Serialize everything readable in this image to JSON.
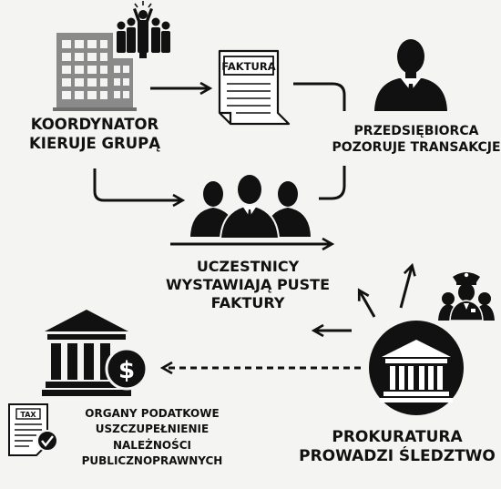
{
  "invoice_doc": {
    "title": "FAKTURA"
  },
  "tax_form": {
    "title": "TAX"
  },
  "labels": {
    "koordynator": [
      "KOORDYNATOR",
      "KIERUJE GRUPĄ"
    ],
    "przedsiebiorca": [
      "PRZEDSIĘBIORCA",
      "POZORUJE TRANSAKCJE"
    ],
    "uczestnicy": [
      "UCZESTNICY",
      "WYSTAWIAJĄ PUSTE",
      "FAKTURY"
    ],
    "organy": [
      "ORGANY PODATKOWE",
      "USZCZUPEŁNIENIE",
      "NALEŻNOŚCI",
      "PUBLICZNOPRAWNYCH"
    ],
    "prokuratura": [
      "PROKURATURA",
      "PROWADZI ŚLEDZTWO"
    ]
  },
  "colors": {
    "ink": "#111111",
    "building_gray": "#8a8a8a",
    "paper": "#ffffff",
    "background": "#f4f4f2"
  },
  "icons": [
    "office-building-icon",
    "crowd-with-leader-icon",
    "invoice-document-icon",
    "businessman-icon",
    "group-of-people-icon",
    "police-officers-icon",
    "bank-with-dollar-icon",
    "tax-form-check-icon",
    "court-building-icon"
  ]
}
